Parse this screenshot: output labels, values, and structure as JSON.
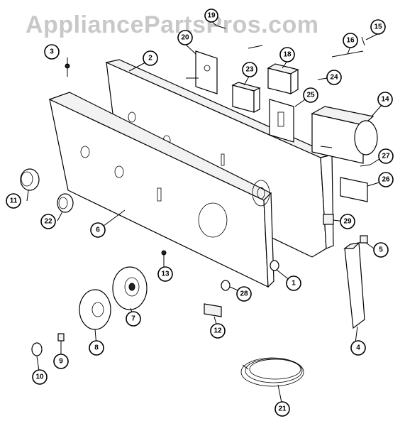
{
  "watermark": "AppliancePartsPros.com",
  "callouts": {
    "c1": "1",
    "c2": "2",
    "c3": "3",
    "c4": "4",
    "c5": "5",
    "c6": "6",
    "c7": "7",
    "c8": "8",
    "c9": "9",
    "c10": "10",
    "c11": "11",
    "c12": "12",
    "c13": "13",
    "c14": "14",
    "c15": "15",
    "c16": "16",
    "c18": "18",
    "c19": "19",
    "c20": "20",
    "c21": "21",
    "c22": "22",
    "c23": "23",
    "c24": "24",
    "c25": "25",
    "c26": "26",
    "c27": "27",
    "c28": "28",
    "c29": "29"
  }
}
